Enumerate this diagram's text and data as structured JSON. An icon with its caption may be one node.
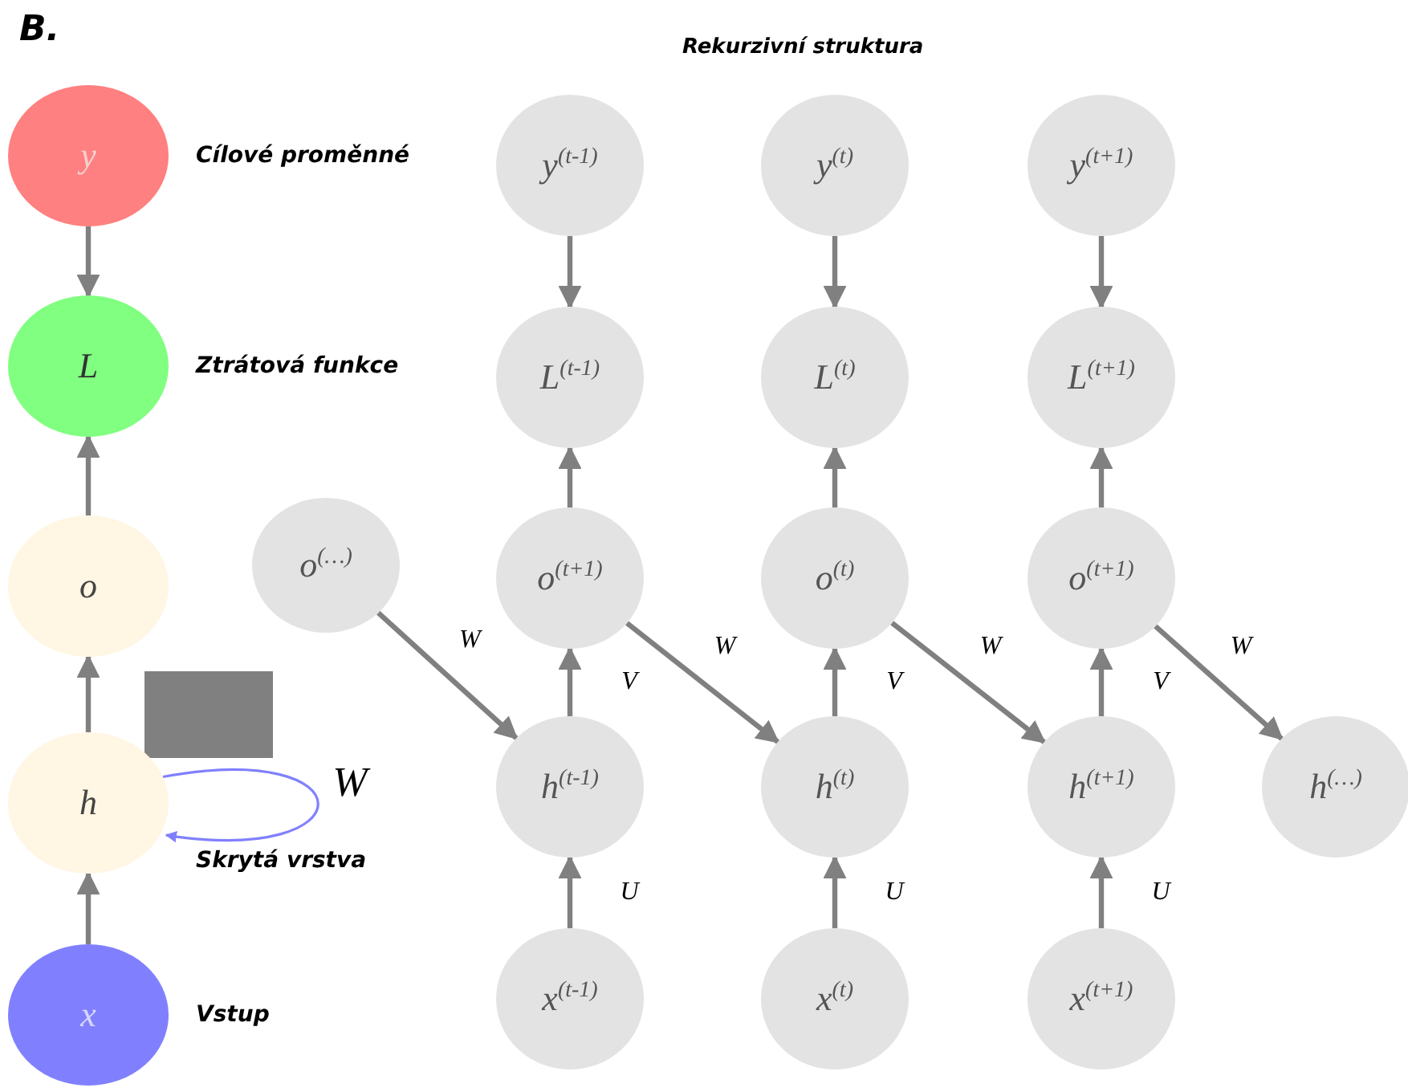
{
  "diagram": {
    "title": "Rekurzivní struktura",
    "nodes": [
      {
        "text": [
          "y"
        ],
        "beside": [
          "Cílové proměnné"
        ]
      },
      {
        "text": [
          "L"
        ],
        "beside": [
          "Ztrátová funkce"
        ]
      },
      {
        "text": [
          "o"
        ]
      },
      {
        "text": [
          "h"
        ],
        "beside": [
          "Skrytá vrstva"
        ]
      },
      {
        "text": [
          "x"
        ],
        "beside": [
          "Vstup"
        ]
      },
      {
        "text": [
          "o$^{(…)}$"
        ]
      },
      {
        "text": [
          "y$^{(t-1)}$"
        ]
      },
      {
        "text": [
          "L$^{(t-1)}$"
        ]
      },
      {
        "text": [
          "o$^{(t+1)}$"
        ]
      },
      {
        "text": [
          "h$^{(t-1)}$"
        ]
      },
      {
        "text": [
          "x$^{(t-1)}$"
        ]
      },
      {
        "text": [
          "y$^{(t)}$"
        ]
      },
      {
        "text": [
          "L$^{(t)}$"
        ]
      },
      {
        "text": [
          "o$^{(t)}$"
        ]
      },
      {
        "text": [
          "h$^{(t)}$"
        ]
      },
      {
        "text": [
          "x$^{(t)}$"
        ]
      },
      {
        "text": [
          "y$^{(t+1)}$"
        ]
      },
      {
        "text": [
          "L$^{(t+1)}$"
        ]
      },
      {
        "text": [
          "o$^{(t+1)}$"
        ]
      },
      {
        "text": [
          "h$^{(t+1)}$"
        ]
      },
      {
        "text": [
          "x$^{(t+1)}$"
        ]
      },
      {
        "text": [
          "h$^{(…)}$"
        ]
      }
    ],
    "edges": [
      {
        "from": 0,
        "to": 1,
        "arrow": "to"
      },
      {
        "from": 2,
        "to": 1,
        "arrow": "to"
      },
      {
        "from": 3,
        "to": 2,
        "arrow": "to"
      },
      {
        "from": 4,
        "to": 3,
        "arrow": "to"
      },
      {
        "from": 3,
        "to": 3,
        "arrow": "to",
        "label": "W",
        "color": "#8080ff"
      },
      {
        "from": 5,
        "to": 9,
        "arrow": "to",
        "label": "W"
      },
      {
        "from": 6,
        "to": 7,
        "arrow": "to"
      },
      {
        "from": 8,
        "to": 7,
        "arrow": "to"
      },
      {
        "from": 9,
        "to": 8,
        "arrow": "to",
        "label": "V"
      },
      {
        "from": 10,
        "to": 9,
        "arrow": "to",
        "label": "U"
      },
      {
        "from": 8,
        "to": 14,
        "arrow": "to",
        "label": "W"
      },
      {
        "from": 11,
        "to": 12,
        "arrow": "to"
      },
      {
        "from": 13,
        "to": 12,
        "arrow": "to"
      },
      {
        "from": 14,
        "to": 13,
        "arrow": "to",
        "label": "V"
      },
      {
        "from": 15,
        "to": 14,
        "arrow": "to",
        "label": "U"
      },
      {
        "from": 13,
        "to": 19,
        "arrow": "to",
        "label": "W"
      },
      {
        "from": 16,
        "to": 17,
        "arrow": "to"
      },
      {
        "from": 18,
        "to": 17,
        "arrow": "to"
      },
      {
        "from": 19,
        "to": 18,
        "arrow": "to",
        "label": "V"
      },
      {
        "from": 20,
        "to": 19,
        "arrow": "to",
        "label": "U"
      },
      {
        "from": 18,
        "to": 21,
        "arrow": "to",
        "label": "W"
      }
    ],
    "labels": [
      "B."
    ]
  }
}
